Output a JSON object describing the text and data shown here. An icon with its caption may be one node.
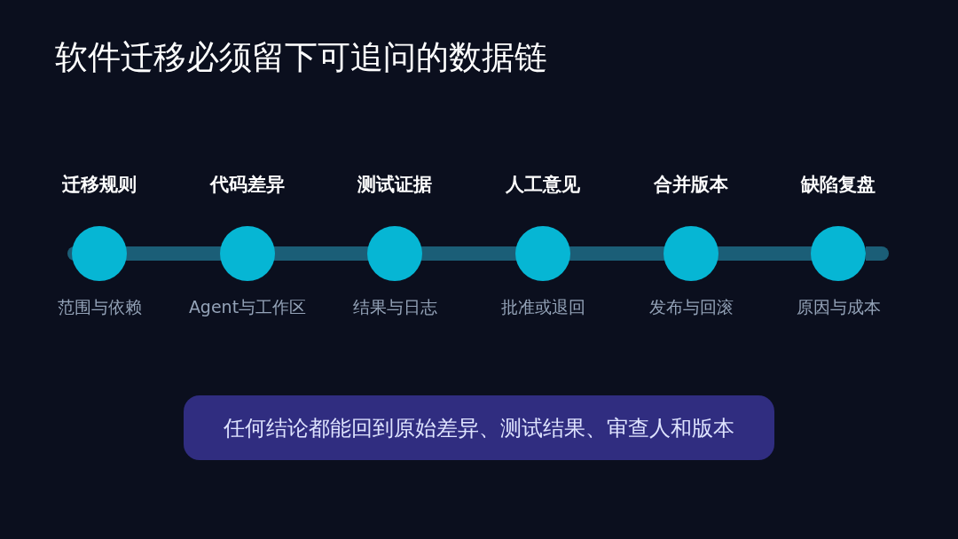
{
  "diagram": {
    "title": "软件迁移必须留下可追问的数据链",
    "nodes": [
      {
        "text": [
          "迁移规则"
        ],
        "beside": [
          "范围与依赖"
        ]
      },
      {
        "text": [
          "代码差异"
        ],
        "beside": [
          "Agent与工作区"
        ]
      },
      {
        "text": [
          "测试证据"
        ],
        "beside": [
          "结果与日志"
        ]
      },
      {
        "text": [
          "人工意见"
        ],
        "beside": [
          "批准或退回"
        ]
      },
      {
        "text": [
          "合并版本"
        ],
        "beside": [
          "发布与回滚"
        ]
      },
      {
        "text": [
          "缺陷复盘"
        ],
        "beside": [
          "原因与成本"
        ]
      },
      {
        "text": [
          "任何结论都能回到原始差异、测试结果、审查人和版本"
        ]
      }
    ],
    "edges": [
      {
        "from": 0,
        "to": 1,
        "arrow": "none"
      },
      {
        "from": 1,
        "to": 2,
        "arrow": "none"
      },
      {
        "from": 2,
        "to": 3,
        "arrow": "none"
      },
      {
        "from": 3,
        "to": 4,
        "arrow": "none"
      },
      {
        "from": 4,
        "to": 5,
        "arrow": "none"
      }
    ]
  }
}
